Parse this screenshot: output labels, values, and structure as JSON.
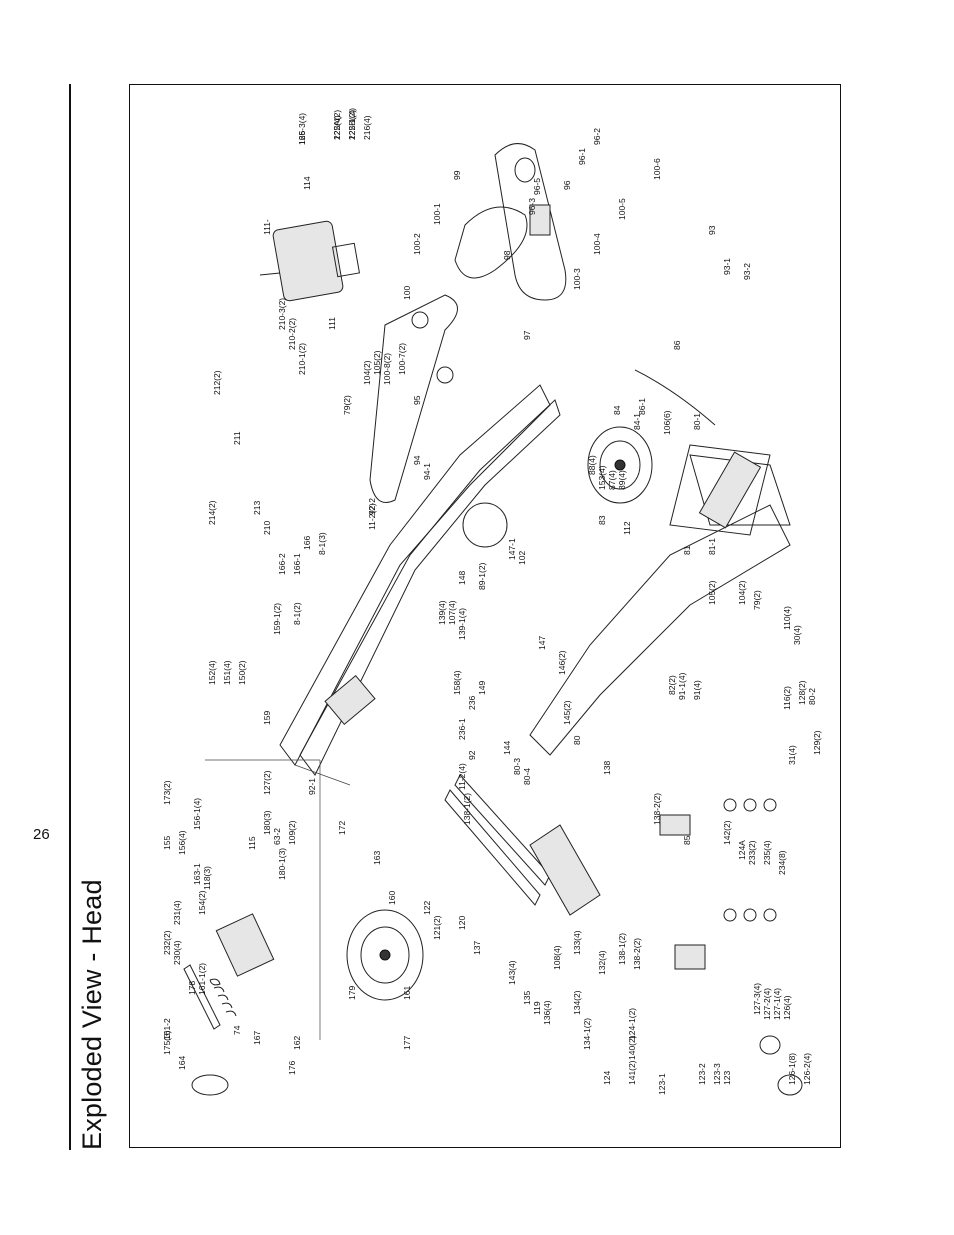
{
  "page": {
    "number": "26",
    "title": "Exploded View - Head"
  },
  "callouts": [
    "165",
    "222(4)",
    "222-1(4)",
    "216(4)",
    "114",
    "111-",
    "111",
    "96-2",
    "96-1",
    "96",
    "96-3",
    "96-5",
    "99",
    "100-1",
    "100-2",
    "98",
    "100",
    "97",
    "100-3",
    "100-4",
    "100-5",
    "100-6",
    "93",
    "93-1",
    "93-2",
    "210-3(2)",
    "210-2(2)",
    "210-1(2)",
    "212(2)",
    "211",
    "105(2)",
    "104(2)",
    "79(2)",
    "100-8(2)",
    "100-7(2)",
    "95",
    "94",
    "94-1",
    "86",
    "86-1",
    "84",
    "84-1",
    "106(6)",
    "80-1",
    "81",
    "81-1",
    "214(2)",
    "213",
    "210",
    "92-2",
    "11-2(2)",
    "88(4)",
    "153(4)",
    "87(4)",
    "89(4)",
    "83",
    "112",
    "166",
    "166-1",
    "166-2",
    "8-1(3)",
    "8-1(2)",
    "159-1(2)",
    "152(4)",
    "151(4)",
    "150(2)",
    "159",
    "139(4)",
    "107(4)",
    "139-1(4)",
    "148",
    "89-1(2)",
    "147-1",
    "102",
    "149",
    "147",
    "146(2)",
    "145(2)",
    "80",
    "105(2)",
    "104(2)",
    "79(2)",
    "110(4)",
    "30(4)",
    "82(2)",
    "91-1(4)",
    "91(4)",
    "236-1",
    "236",
    "158(4)",
    "92",
    "144",
    "80-3",
    "80-4",
    "80-2",
    "128(2)",
    "116(2)",
    "31(4)",
    "129(2)",
    "127(2)",
    "92-1",
    "11-2(4)",
    "138-1(2)",
    "138",
    "109(2)",
    "172",
    "173(2)",
    "155",
    "156(4)",
    "156-1(4)",
    "115",
    "180(3)",
    "63-2",
    "180-1(3)",
    "163-1",
    "118(3)",
    "154(2)",
    "163",
    "160",
    "138-2(2)",
    "85",
    "142(2)",
    "124A",
    "233(2)",
    "235(4)",
    "234(8)",
    "232(2)",
    "231(4)",
    "230(4)",
    "178",
    "161-1(2)",
    "161-2",
    "175(3)",
    "164",
    "74",
    "167",
    "162",
    "176",
    "179",
    "161",
    "177",
    "122",
    "121(2)",
    "120",
    "137",
    "143(4)",
    "135",
    "119",
    "136(4)",
    "134(2)",
    "134-1(2)",
    "108(4)",
    "133(4)",
    "132(4)",
    "138-1(2)",
    "138-2(2)",
    "141(2)",
    "140(2)",
    "124-1(2)",
    "124",
    "123-1",
    "123-2",
    "123-3",
    "123",
    "127-3(4)",
    "127-2(4)",
    "127-1(4)",
    "126(4)",
    "126-1(8)",
    "126-2(4)",
    "126-3(4)",
    "125A(2)",
    "125B(2)"
  ]
}
